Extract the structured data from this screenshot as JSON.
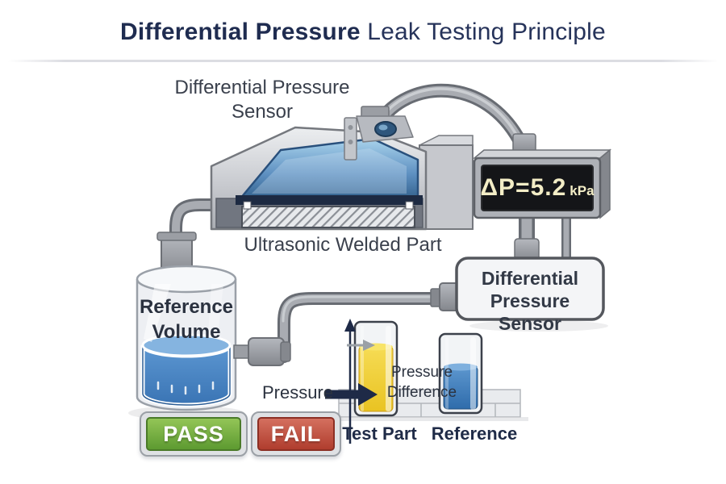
{
  "title": {
    "emphasis": "Differential Pressure",
    "rest": " Leak Testing Principle"
  },
  "top_sensor_label": {
    "line1": "Differential Pressure",
    "line2": "Sensor"
  },
  "welded_part_label": "Ultrasonic Welded Part",
  "reference_volume_label": {
    "line1": "Reference",
    "line2": "Volume"
  },
  "sensor_box_label": {
    "line1": "Differential",
    "line2": "Pressure Sensor"
  },
  "display": {
    "reading": "ΔP=5.2",
    "unit": "kPa"
  },
  "pressure_label": "Pressure",
  "pressure_difference_label": {
    "line1": "Pressure",
    "line2": "Difference"
  },
  "tube_labels": {
    "test_part": "Test Part",
    "reference": "Reference"
  },
  "results": {
    "pass": "PASS",
    "fail": "FAIL"
  },
  "levels": {
    "test_part_fill_pct": 72,
    "reference_fill_pct": 55
  },
  "colors": {
    "title_navy": "#26335a",
    "display_screen": "#141518",
    "display_text": "#f3edc6",
    "pass_green": "#5d9a31",
    "fail_red": "#b03d2e",
    "test_part_yellow": "#efcf39",
    "reference_blue": "#3d7dc0",
    "liquid_blue": "#4a86c8",
    "arrow_navy": "#1e2a47"
  }
}
